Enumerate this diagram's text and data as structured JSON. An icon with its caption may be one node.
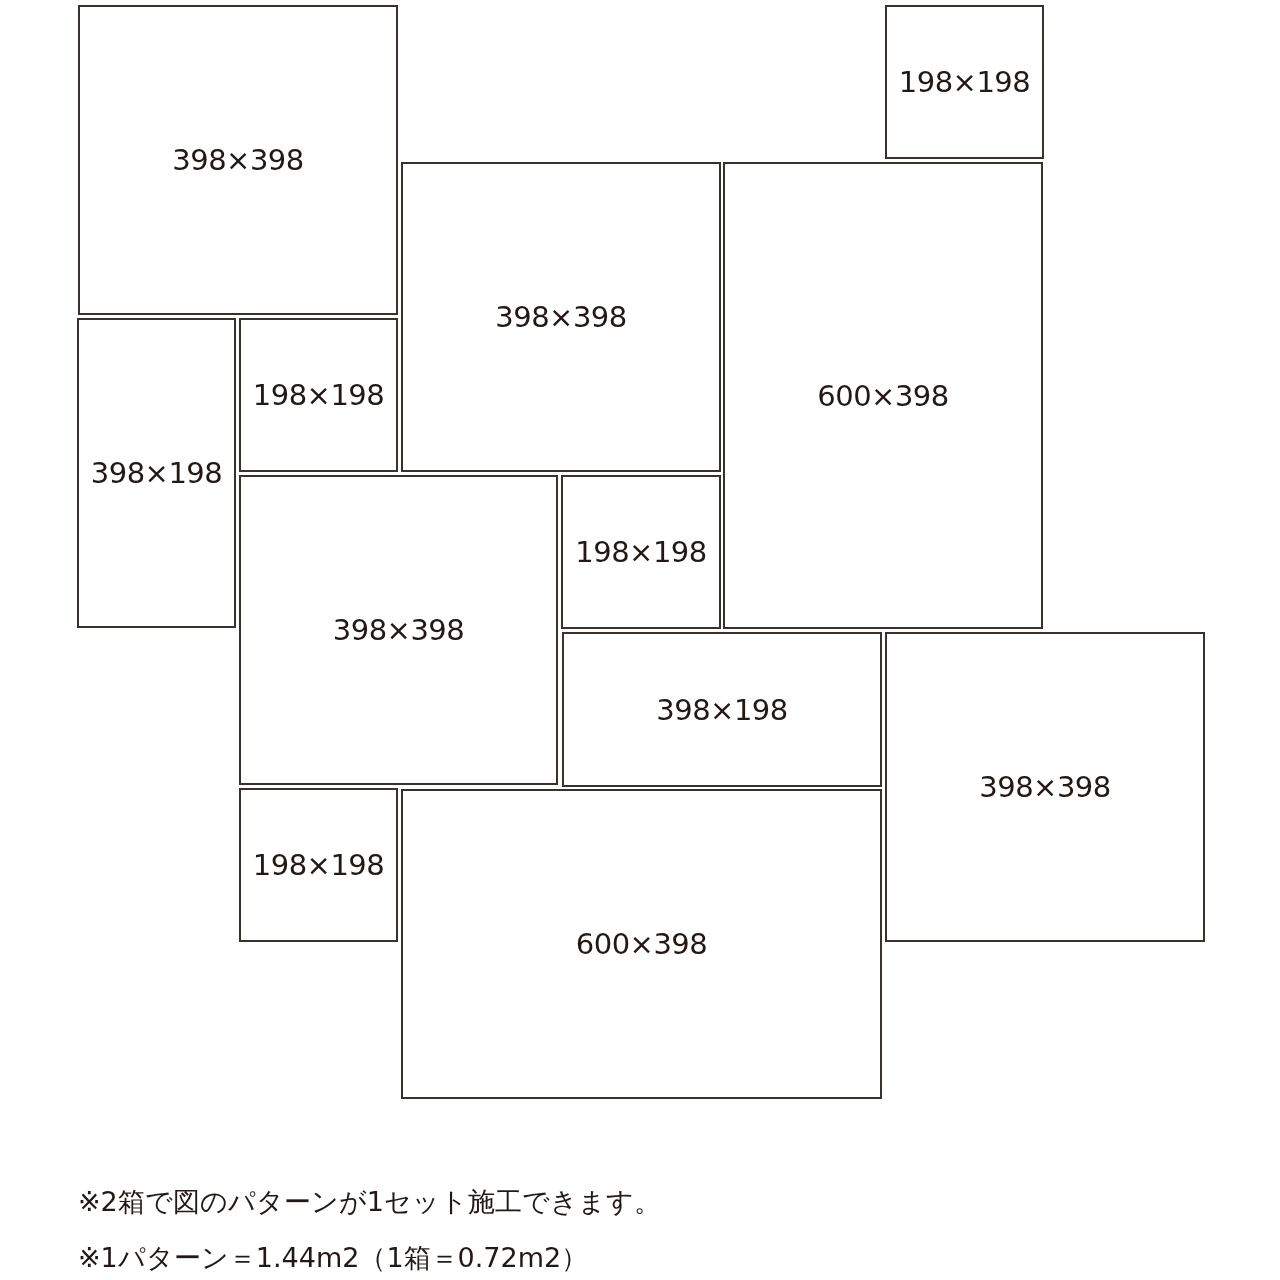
{
  "diagram": {
    "nodes": [
      {
        "text": [
          "398×398"
        ]
      },
      {
        "text": [
          "198×198"
        ]
      },
      {
        "text": [
          "398×398"
        ]
      },
      {
        "text": [
          "600×398"
        ]
      },
      {
        "text": [
          "398×198"
        ]
      },
      {
        "text": [
          "198×198"
        ]
      },
      {
        "text": [
          "398×398"
        ]
      },
      {
        "text": [
          "198×198"
        ]
      },
      {
        "text": [
          "398×198"
        ]
      },
      {
        "text": [
          "398×398"
        ]
      },
      {
        "text": [
          "198×198"
        ]
      },
      {
        "text": [
          "600×398"
        ]
      }
    ],
    "labels": [
      "※2箱で図のパターンが1セット施工できます。",
      "※1パターン＝1.44m2（1箱＝0.72m2）"
    ]
  }
}
